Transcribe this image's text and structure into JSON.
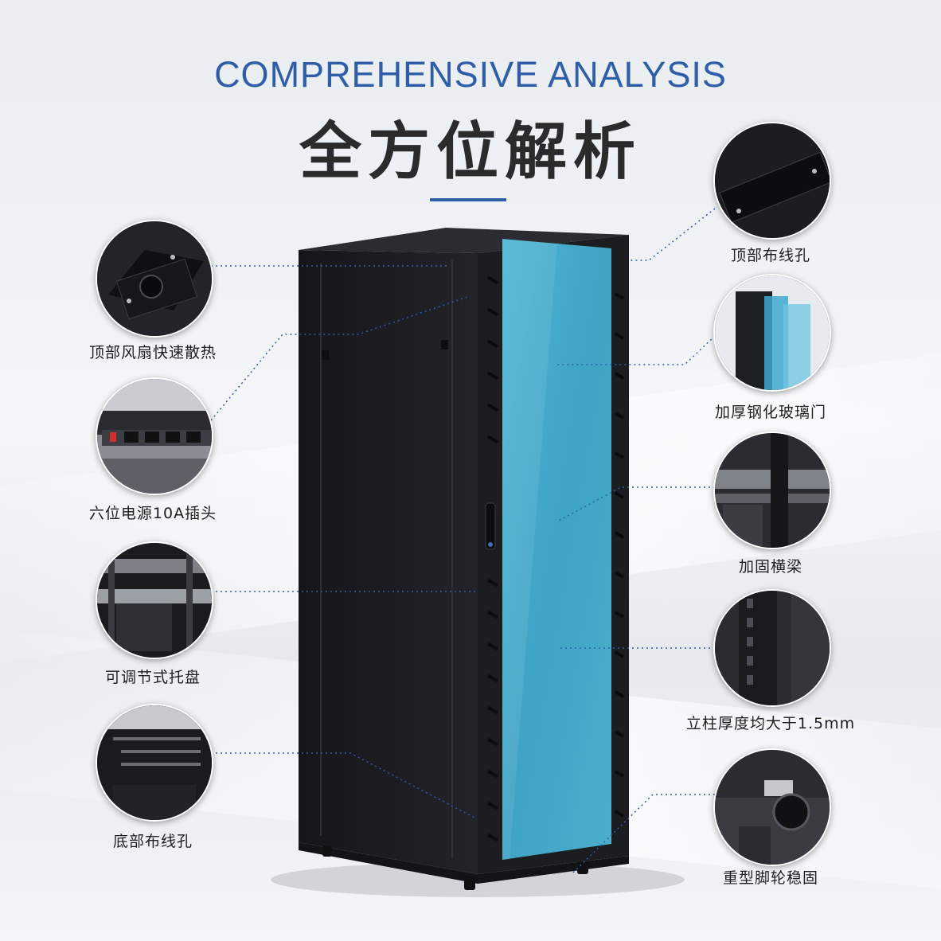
{
  "header": {
    "title_en": "COMPREHENSIVE ANALYSIS",
    "title_cn": "全方位解析"
  },
  "colors": {
    "accent": "#2f5ea8",
    "cabinet": "#1c1d20",
    "glass": "#4aaecc"
  },
  "features_left": [
    {
      "label": "顶部风扇快速散热",
      "icon": "top-fan-icon"
    },
    {
      "label": "六位电源10A插头",
      "icon": "power-strip-icon"
    },
    {
      "label": "可调节式托盘",
      "icon": "adjustable-tray-icon"
    },
    {
      "label": "底部布线孔",
      "icon": "bottom-cable-hole-icon"
    }
  ],
  "features_right": [
    {
      "label": "顶部布线孔",
      "icon": "top-cable-hole-icon"
    },
    {
      "label": "加厚钢化玻璃门",
      "icon": "glass-door-icon"
    },
    {
      "label": "加固横梁",
      "icon": "crossbeam-icon"
    },
    {
      "label": "立柱厚度均大于1.5mm",
      "icon": "column-icon"
    },
    {
      "label": "重型脚轮稳固",
      "icon": "caster-icon"
    }
  ]
}
